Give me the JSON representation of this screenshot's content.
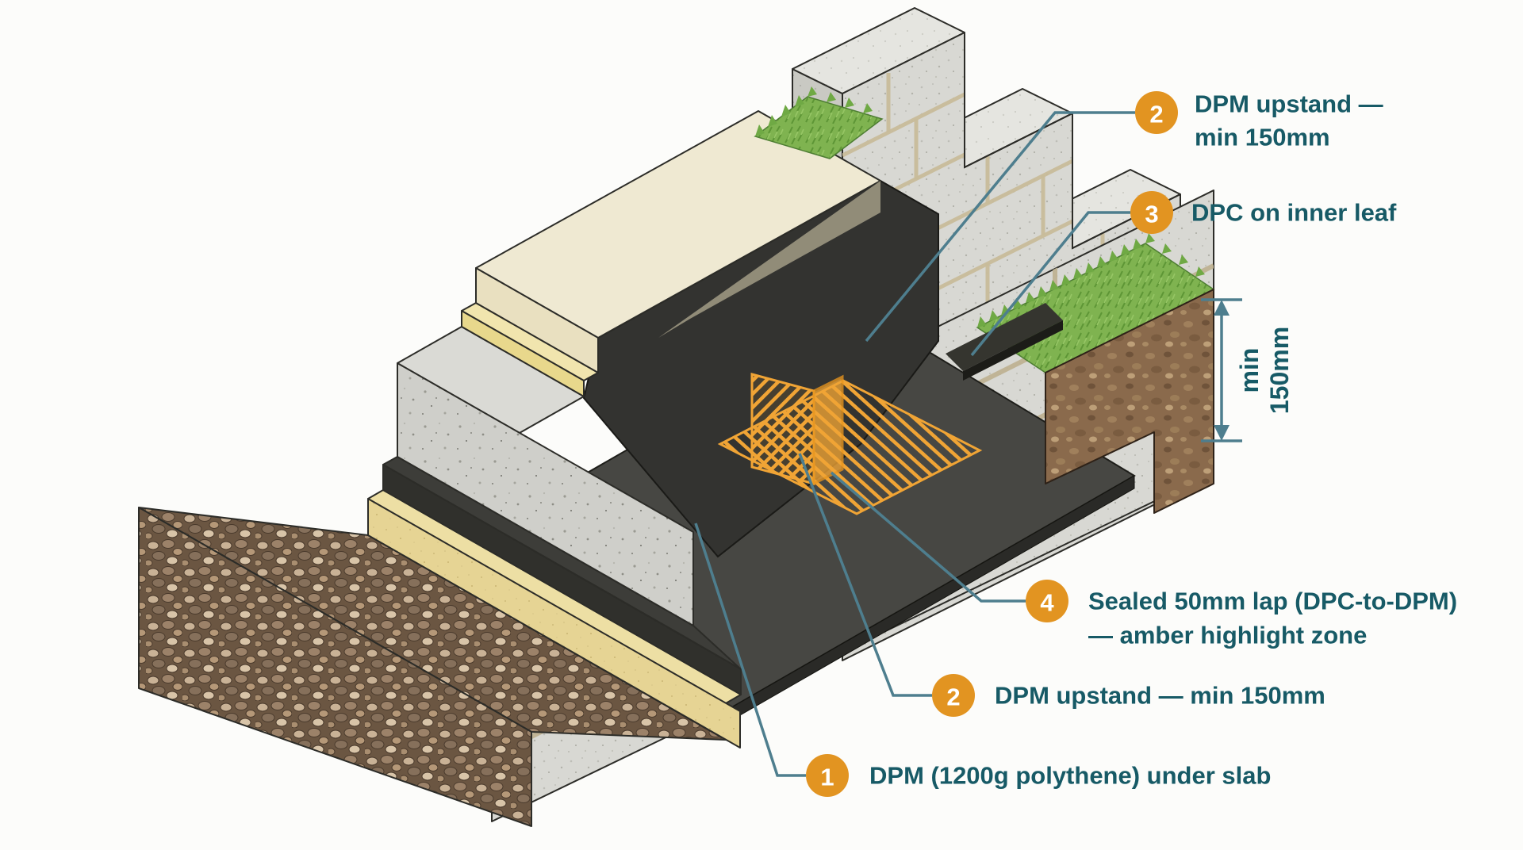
{
  "callouts": [
    {
      "id": "1",
      "lines": [
        "DPM (1200g polythene) under slab"
      ]
    },
    {
      "id": "2",
      "lines": [
        "DPM upstand —",
        "min 150mm"
      ]
    },
    {
      "id": "3",
      "lines": [
        "DPC on inner leaf"
      ]
    },
    {
      "id": "4",
      "lines": [
        "Sealed 50mm lap (DPC-to-DPM)",
        "— amber highlight zone"
      ]
    },
    {
      "id": "2",
      "lines": [
        "DPM upstand — min 150mm"
      ]
    }
  ],
  "dimension": {
    "lines": [
      "min",
      "150mm"
    ]
  },
  "colors": {
    "callout_circle": "#E29421",
    "callout_text": "#175A66",
    "leader_line": "#4E7E8E",
    "amber_highlight": "#F0A435",
    "dpm_black": "#323230"
  }
}
